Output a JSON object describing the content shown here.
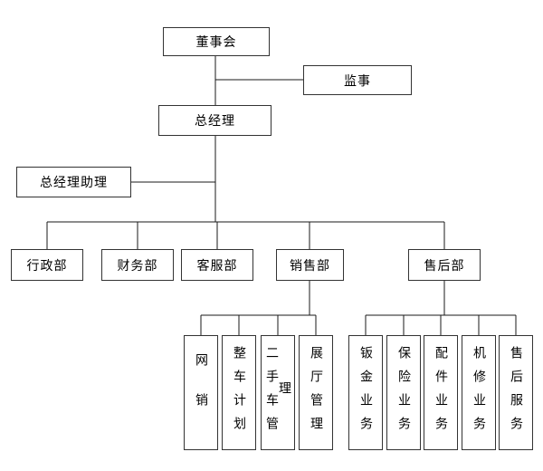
{
  "nodes": {
    "board": "董事会",
    "supervisor": "监事",
    "general_manager": "总经理",
    "gm_assistant": "总经理助理"
  },
  "departments": [
    {
      "label": "行政部"
    },
    {
      "label": "财务部"
    },
    {
      "label": "客服部"
    },
    {
      "label": "销售部"
    },
    {
      "label": "售后部"
    }
  ],
  "sales_sub": [
    {
      "label": "网销"
    },
    {
      "label": "整车计划"
    },
    {
      "label": "二手车管理"
    },
    {
      "label": "展厅管理"
    }
  ],
  "aftersales_sub": [
    {
      "label": "钣金业务"
    },
    {
      "label": "保险业务"
    },
    {
      "label": "配件业务"
    },
    {
      "label": "机修业务"
    },
    {
      "label": "售后服务"
    }
  ],
  "colors": {
    "line": "#1a1a1a",
    "border": "#333333",
    "background": "#ffffff",
    "text": "#000000"
  }
}
